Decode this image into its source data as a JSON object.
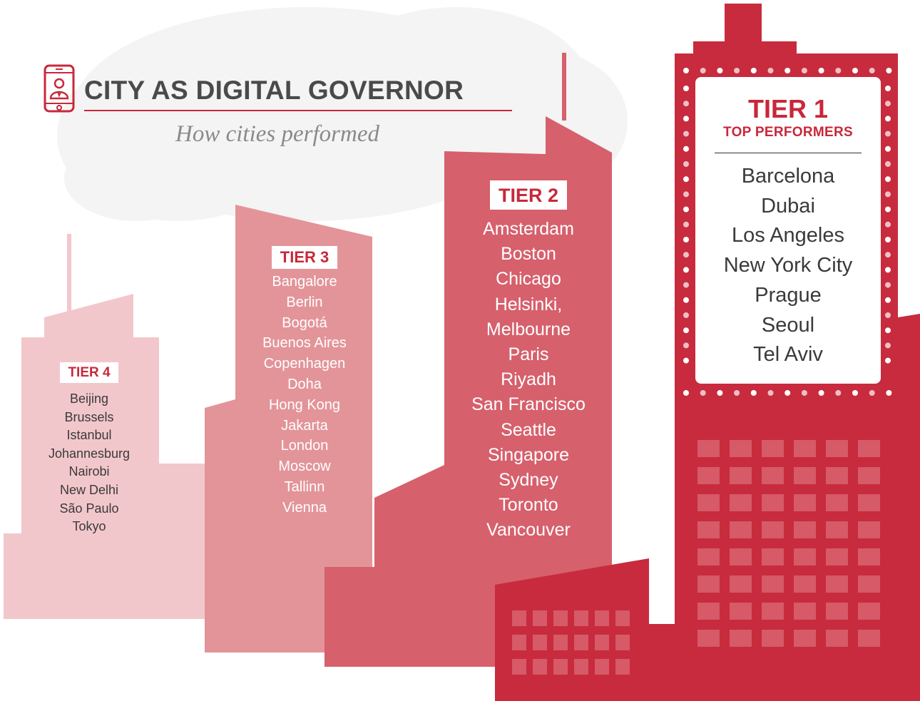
{
  "header": {
    "title": "CITY AS DIGITAL GOVERNOR",
    "subtitle": "How cities performed",
    "icon": "smartphone-person-icon"
  },
  "colors": {
    "accent": "#c8283a",
    "tier1_building": "#c82b3d",
    "tier2_building": "#d6606c",
    "tier3_building": "#e39499",
    "tier4_building": "#f2c7cc",
    "cloud": "#f4f4f4"
  },
  "tiers": {
    "tier1": {
      "label": "TIER 1",
      "sublabel": "TOP PERFORMERS",
      "cities": [
        "Barcelona",
        "Dubai",
        "Los Angeles",
        "New York City",
        "Prague",
        "Seoul",
        "Tel Aviv"
      ]
    },
    "tier2": {
      "label": "TIER 2",
      "cities": [
        "Amsterdam",
        "Boston",
        "Chicago",
        "Helsinki,",
        "Melbourne",
        "Paris",
        "Riyadh",
        "San Francisco",
        "Seattle",
        "Singapore",
        "Sydney",
        "Toronto",
        "Vancouver"
      ]
    },
    "tier3": {
      "label": "TIER 3",
      "cities": [
        "Bangalore",
        "Berlin",
        "Bogotá",
        "Buenos Aires",
        "Copenhagen",
        "Doha",
        "Hong Kong",
        "Jakarta",
        "London",
        "Moscow",
        "Tallinn",
        "Vienna"
      ]
    },
    "tier4": {
      "label": "TIER 4",
      "cities": [
        "Beijing",
        "Brussels",
        "Istanbul",
        "Johannesburg",
        "Nairobi",
        "New Delhi",
        "São Paulo",
        "Tokyo"
      ]
    }
  }
}
